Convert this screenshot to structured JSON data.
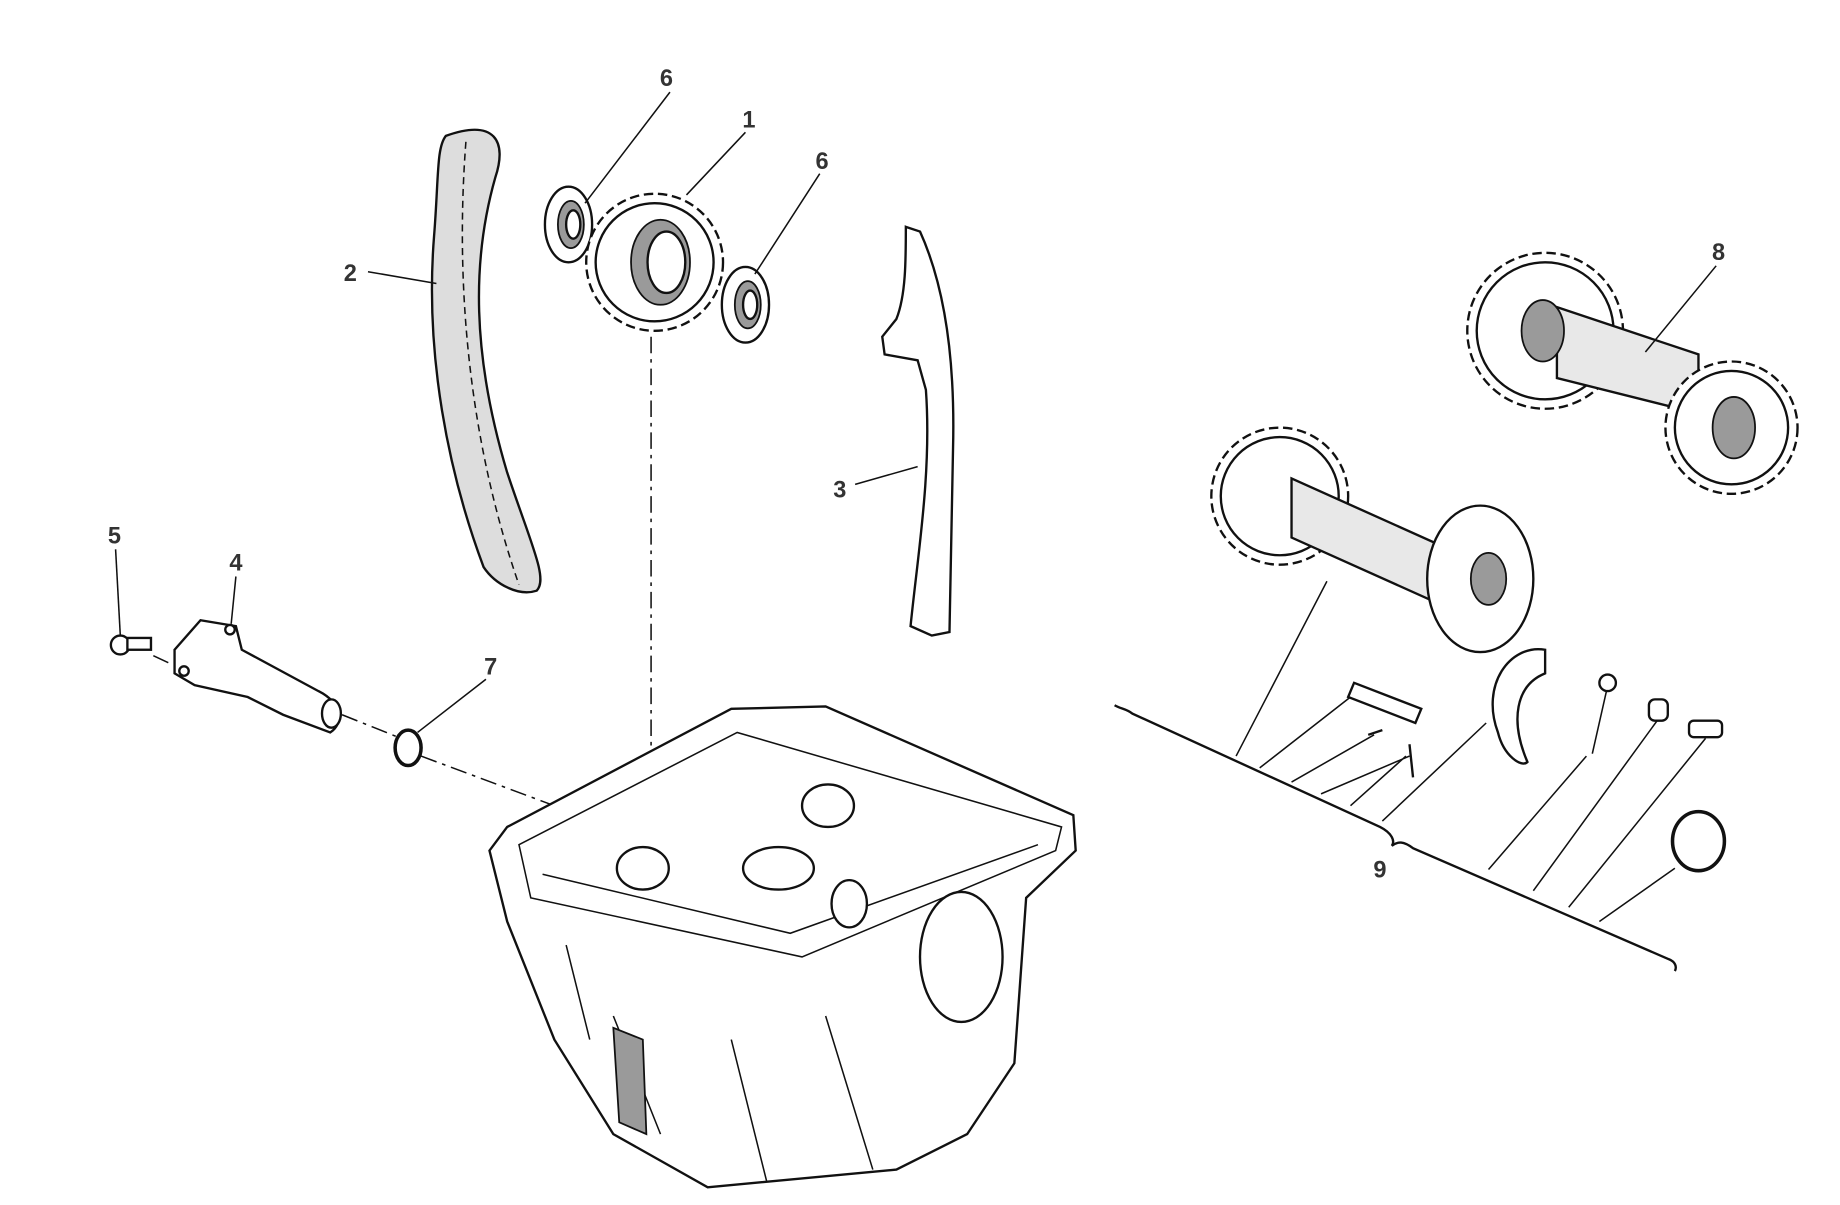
{
  "diagram": {
    "title": "Timing chain and camshaft exploded parts diagram",
    "callouts": [
      {
        "id": "c6a",
        "text": "6"
      },
      {
        "id": "c1",
        "text": "1"
      },
      {
        "id": "c6b",
        "text": "6"
      },
      {
        "id": "c2",
        "text": "2"
      },
      {
        "id": "c3",
        "text": "3"
      },
      {
        "id": "c5",
        "text": "5"
      },
      {
        "id": "c4",
        "text": "4"
      },
      {
        "id": "c7",
        "text": "7"
      },
      {
        "id": "c8",
        "text": "8"
      },
      {
        "id": "c9",
        "text": "9"
      }
    ]
  }
}
